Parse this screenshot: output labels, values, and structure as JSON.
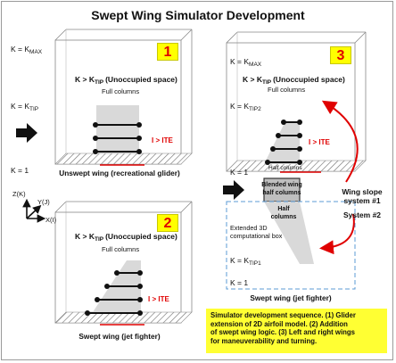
{
  "title": "Swept Wing Simulator Development",
  "badges": [
    "1",
    "2",
    "3"
  ],
  "labels": {
    "k_max": "K = K",
    "k_max_sub": "MAX",
    "k_tip": "K = K",
    "k_tip_sub": "TIP",
    "k_tip2_sub": "TIP2",
    "k_tip1_sub": "TIP1",
    "k_one": "K = 1",
    "k_gt_tip_pre": "K > K",
    "k_gt_tip_sub": "TIP",
    "unoccupied": "(Unoccupied space)",
    "full_columns": "Full columns",
    "half_columns": "Half columns",
    "i_ite": "I > ITE",
    "blended_line1": "Blended wing",
    "blended_line2": "half columns",
    "half_line1": "Half",
    "half_line2": "columns",
    "ext_line1": "Extended 3D",
    "ext_line2": "computational box",
    "wing_slope_line1": "Wing slope",
    "wing_slope_line2": "system #1",
    "system2": "System #2",
    "axis_z": "Z(K)",
    "axis_y": "Y(J)",
    "axis_x": "X(I)"
  },
  "captions": {
    "panel1": "Unswept wing (recreational glider)",
    "panel2": "Swept wing (jet fighter)",
    "panel3": "Swept wing (jet fighter)"
  },
  "note_lines": [
    "Simulator development sequence.  (1) Glider",
    "extension of 2D airfoil model.  (2)  Addition",
    "of swept wing logic.  (3) Left and right wings",
    "for maneuverability and turning."
  ],
  "colors": {
    "accent_red": "#e00000",
    "badge_yellow": "#ffff00",
    "note_yellow": "#ffff33",
    "dashed_blue": "#5b9bd5",
    "wing_gray": "#d9d9d9"
  }
}
